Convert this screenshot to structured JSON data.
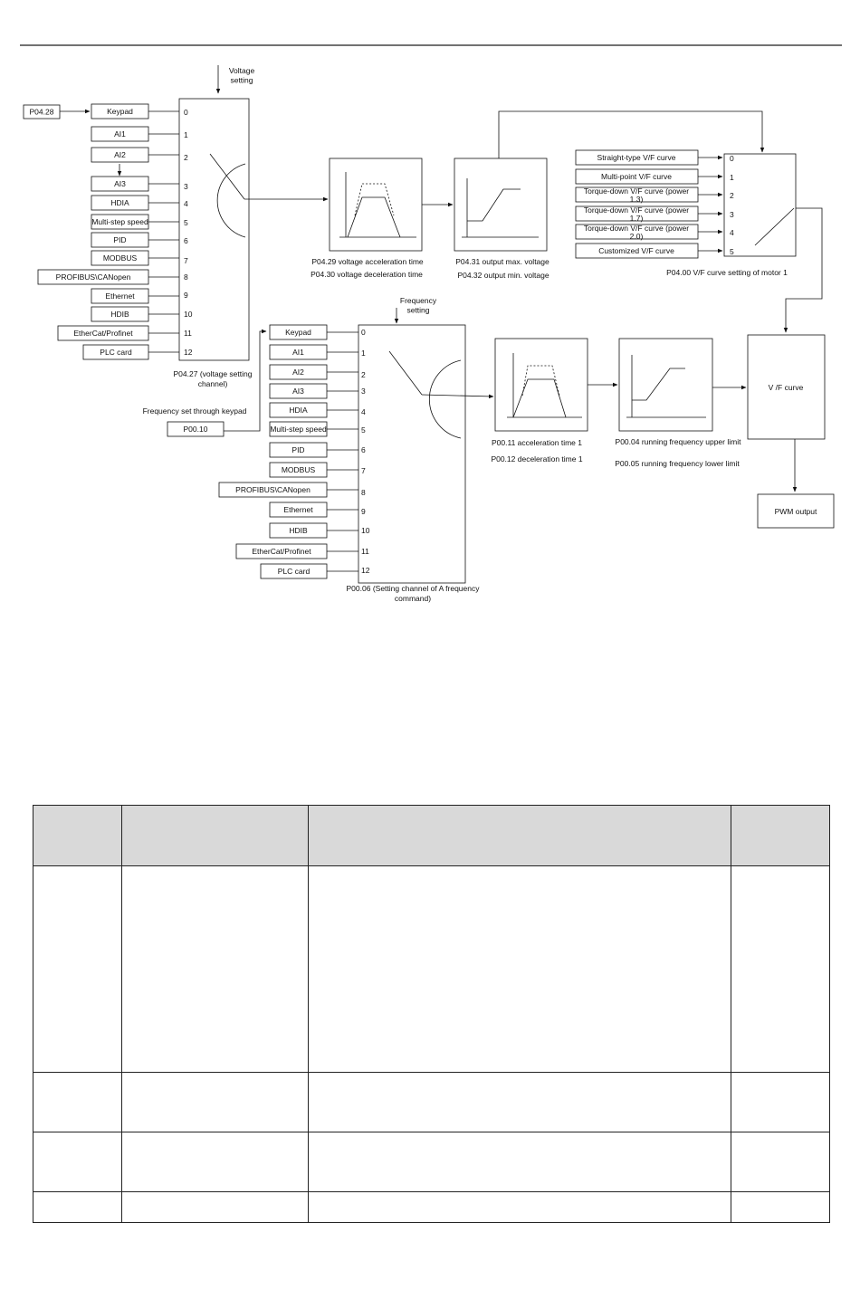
{
  "top_rule_color": "#444444",
  "voltage_block": {
    "input_label": "Voltage setting",
    "side_param": "P04.28",
    "options": [
      "Keypad",
      "AI1",
      "AI2",
      "AI3",
      "HDIA",
      "Multi-step speed",
      "PID",
      "MODBUS",
      "PROFIBUS\\CANopen",
      "Ethernet",
      "HDIB",
      "EtherCat/Profinet",
      "PLC card"
    ],
    "indices": [
      "0",
      "1",
      "2",
      "3",
      "4",
      "5",
      "6",
      "7",
      "8",
      "9",
      "10",
      "11",
      "12"
    ],
    "caption_line1": "P04.27 (voltage setting",
    "caption_line2": "channel)",
    "accel_line1": "P04.29 voltage acceleration time",
    "accel_line2": "P04.30 voltage deceleration time",
    "limit_line1": "P04.31 output max. voltage",
    "limit_line2": "P04.32 output min. voltage"
  },
  "vf_block": {
    "options": [
      "Straight-type V/F curve",
      "Multi-point V/F curve",
      "Torque-down V/F curve (power 1.3)",
      "Torque-down V/F curve (power 1.7)",
      "Torque-down V/F curve (power 2.0)",
      "Customized V/F curve"
    ],
    "indices": [
      "0",
      "1",
      "2",
      "3",
      "4",
      "5"
    ],
    "caption": "P04.00 V/F curve setting of motor 1"
  },
  "frequency_block": {
    "input_label": "Frequency setting",
    "keypad_note": "Frequency set through keypad",
    "keypad_param": "P00.10",
    "options": [
      "Keypad",
      "AI1",
      "AI2",
      "AI3",
      "HDIA",
      "Multi-step speed",
      "PID",
      "MODBUS",
      "PROFIBUS\\CANopen",
      "Ethernet",
      "HDIB",
      "EtherCat/Profinet",
      "PLC card"
    ],
    "indices": [
      "0",
      "1",
      "2",
      "3",
      "4",
      "5",
      "6",
      "7",
      "8",
      "9",
      "10",
      "11",
      "12"
    ],
    "caption_line1": "P00.06 (Setting channel of A frequency",
    "caption_line2": "command)",
    "accel_line1": "P00.11 acceleration time 1",
    "accel_line2": "P00.12  deceleration time 1",
    "limit_line1": "P00.04 running frequency upper limit",
    "limit_line2": "P00.05 running frequency lower limit"
  },
  "vf_curve_label": "V /F curve",
  "pwm_label": "PWM output",
  "table": {
    "header_color": "#d9d9d9",
    "columns": 4,
    "rows": 4
  }
}
